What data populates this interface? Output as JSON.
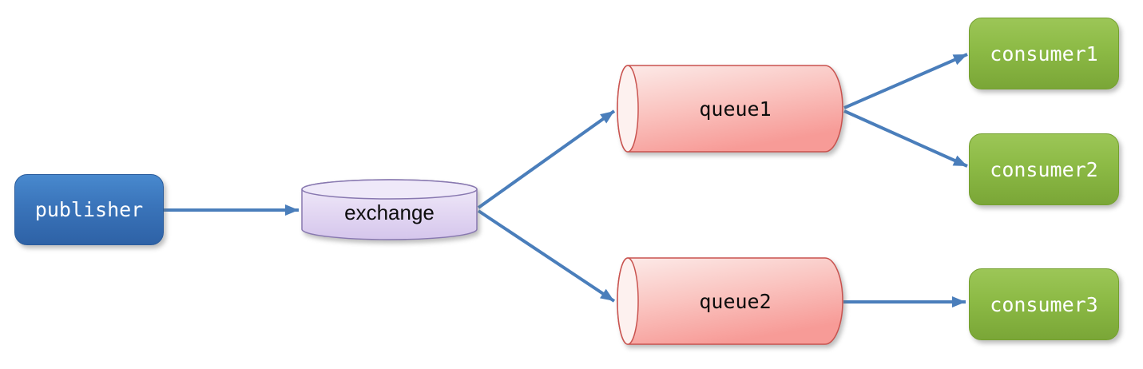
{
  "diagram": {
    "kind": "message-broker-topology",
    "background": "#ffffff",
    "arrow_color": "#4a7ebb",
    "nodes": [
      {
        "id": "publisher",
        "label": "publisher",
        "shape": "rounded-rect",
        "fill": "#3a74ba",
        "text_color": "#ffffff"
      },
      {
        "id": "exchange",
        "label": "exchange",
        "shape": "cylinder-vertical",
        "fill": "#ddcfee",
        "border": "#8878b0",
        "text_color": "#0d0d0d"
      },
      {
        "id": "queue1",
        "label": "queue1",
        "shape": "cylinder-horizontal",
        "fill": "#f9aca8",
        "border": "#c9534f",
        "text_color": "#0d0d0d"
      },
      {
        "id": "queue2",
        "label": "queue2",
        "shape": "cylinder-horizontal",
        "fill": "#f9aca8",
        "border": "#c9534f",
        "text_color": "#0d0d0d"
      },
      {
        "id": "consumer1",
        "label": "consumer1",
        "shape": "rounded-rect",
        "fill": "#8cba45",
        "text_color": "#ffffff"
      },
      {
        "id": "consumer2",
        "label": "consumer2",
        "shape": "rounded-rect",
        "fill": "#8cba45",
        "text_color": "#ffffff"
      },
      {
        "id": "consumer3",
        "label": "consumer3",
        "shape": "rounded-rect",
        "fill": "#8cba45",
        "text_color": "#ffffff"
      }
    ],
    "edges": [
      {
        "from": "publisher",
        "to": "exchange"
      },
      {
        "from": "exchange",
        "to": "queue1"
      },
      {
        "from": "exchange",
        "to": "queue2"
      },
      {
        "from": "queue1",
        "to": "consumer1"
      },
      {
        "from": "queue1",
        "to": "consumer2"
      },
      {
        "from": "queue2",
        "to": "consumer3"
      }
    ]
  }
}
